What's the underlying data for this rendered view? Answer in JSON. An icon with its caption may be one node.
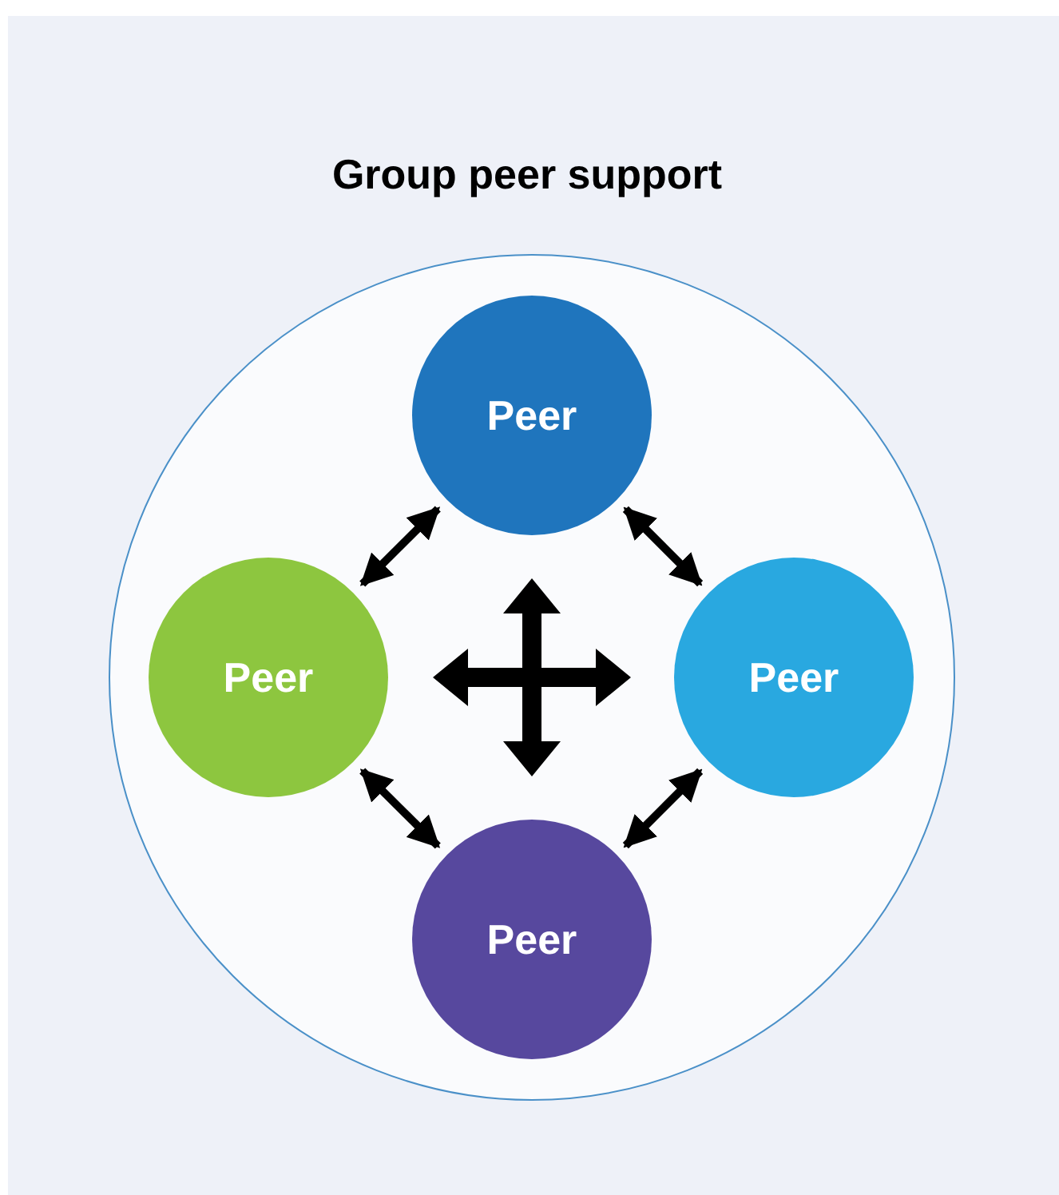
{
  "diagram": {
    "title": "Group peer support",
    "nodes": [
      {
        "text": [],
        "shape": "circle"
      },
      {
        "text": [
          "Peer"
        ],
        "in": 0
      },
      {
        "text": [
          "Peer"
        ],
        "in": 0
      },
      {
        "text": [
          "Peer"
        ],
        "in": 0
      },
      {
        "text": [
          "Peer"
        ],
        "in": 0
      }
    ],
    "edges": [
      {
        "from": 1,
        "to": 2,
        "arrow": "both"
      },
      {
        "from": 1,
        "to": 3,
        "arrow": "both"
      },
      {
        "from": 2,
        "to": 4,
        "arrow": "both"
      },
      {
        "from": 3,
        "to": 4,
        "arrow": "both"
      }
    ]
  }
}
